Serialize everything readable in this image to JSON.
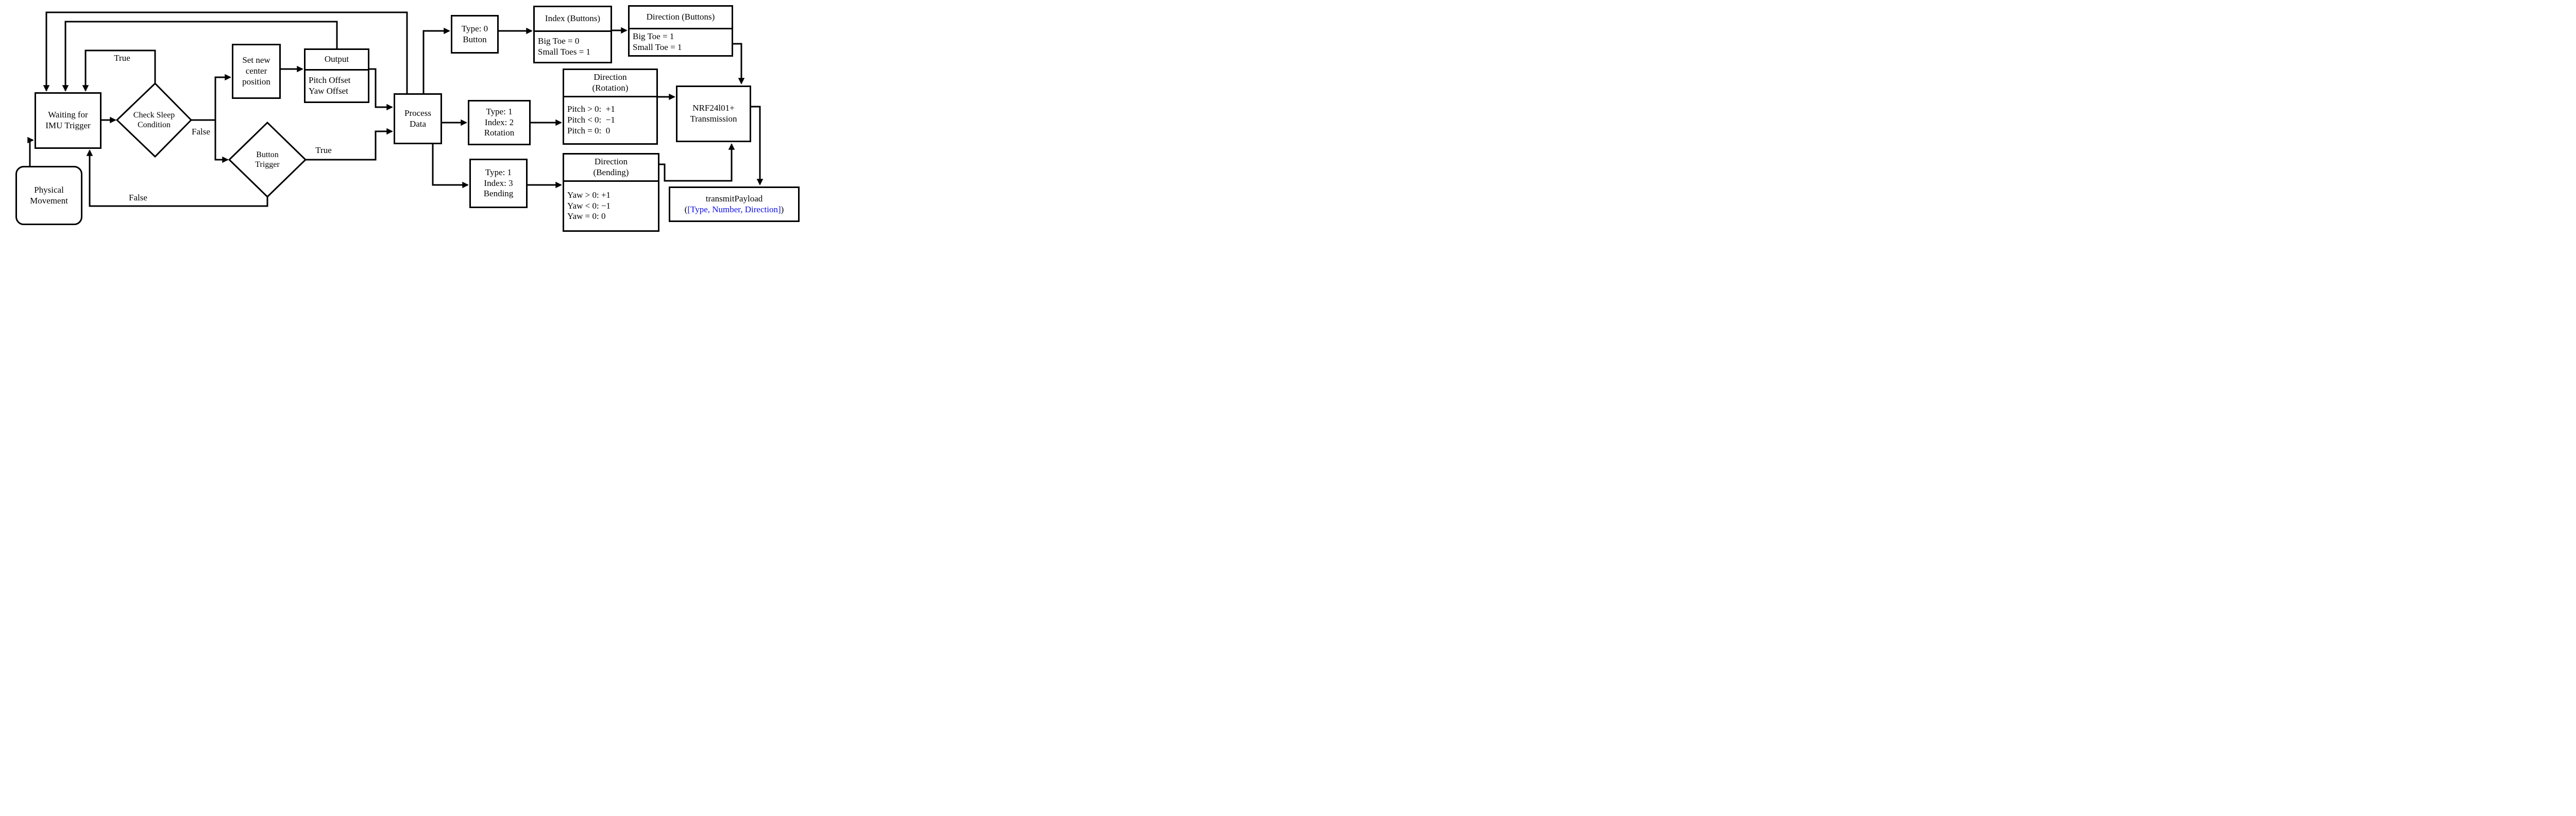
{
  "diagram": {
    "kind": "flowchart",
    "background": "#FFFFFF",
    "line_color": "#000000",
    "accent_blue": "#0B0BEC",
    "nodes": {
      "physical_movement": {
        "shape": "rounded-rect",
        "lines": [
          "Physical",
          "Movement"
        ]
      },
      "waiting": {
        "shape": "rect",
        "lines": [
          "Waiting for",
          "IMU Trigger"
        ]
      },
      "check_sleep": {
        "shape": "diamond",
        "lines": [
          "Check Sleep",
          "Condition"
        ]
      },
      "set_new_center": {
        "shape": "rect",
        "lines": [
          "Set new",
          "center",
          "position"
        ]
      },
      "output": {
        "shape": "header-rect",
        "header": "Output",
        "body": [
          "Pitch Offset",
          "Yaw Offset"
        ]
      },
      "button_trigger": {
        "shape": "diamond",
        "lines": [
          "Button",
          "Trigger"
        ]
      },
      "process_data": {
        "shape": "rect",
        "lines": [
          "Process",
          "Data"
        ]
      },
      "type0_button": {
        "shape": "rect",
        "lines": [
          "Type: 0",
          "Button"
        ]
      },
      "index_buttons": {
        "shape": "header-rect",
        "header": "Index (Buttons)",
        "body": [
          "Big Toe = 0",
          "Small Toes = 1"
        ]
      },
      "direction_buttons": {
        "shape": "header-rect",
        "header": "Direction (Buttons)",
        "body": [
          "Big Toe = 1",
          "Small Toe = 1"
        ]
      },
      "type1_rotation": {
        "shape": "rect",
        "lines": [
          "Type: 1",
          "Index: 2",
          "Rotation"
        ]
      },
      "direction_rotation": {
        "shape": "header-rect",
        "header_lines": [
          "Direction",
          "(Rotation)"
        ],
        "body": [
          "Pitch > 0:  +1",
          "Pitch < 0:  −1",
          "Pitch = 0:  0"
        ]
      },
      "type1_bending": {
        "shape": "rect",
        "lines": [
          "Type: 1",
          "Index: 3",
          "Bending"
        ]
      },
      "direction_bending": {
        "shape": "header-rect",
        "header_lines": [
          "Direction",
          "(Bending)"
        ],
        "body": [
          "Yaw > 0: +1",
          "Yaw < 0: −1",
          "Yaw = 0: 0"
        ]
      },
      "nrf": {
        "shape": "rect",
        "lines": [
          "NRF24l01+",
          "Transmission"
        ]
      },
      "transmit_payload": {
        "shape": "rect",
        "line1": "transmitPayload",
        "line2_prefix": "(",
        "line2_blue": "[Type, Number, Direction]",
        "line2_suffix": ")"
      }
    },
    "edge_labels": {
      "sleep_true": "True",
      "sleep_false": "False",
      "button_true": "True",
      "button_false": "False"
    }
  }
}
